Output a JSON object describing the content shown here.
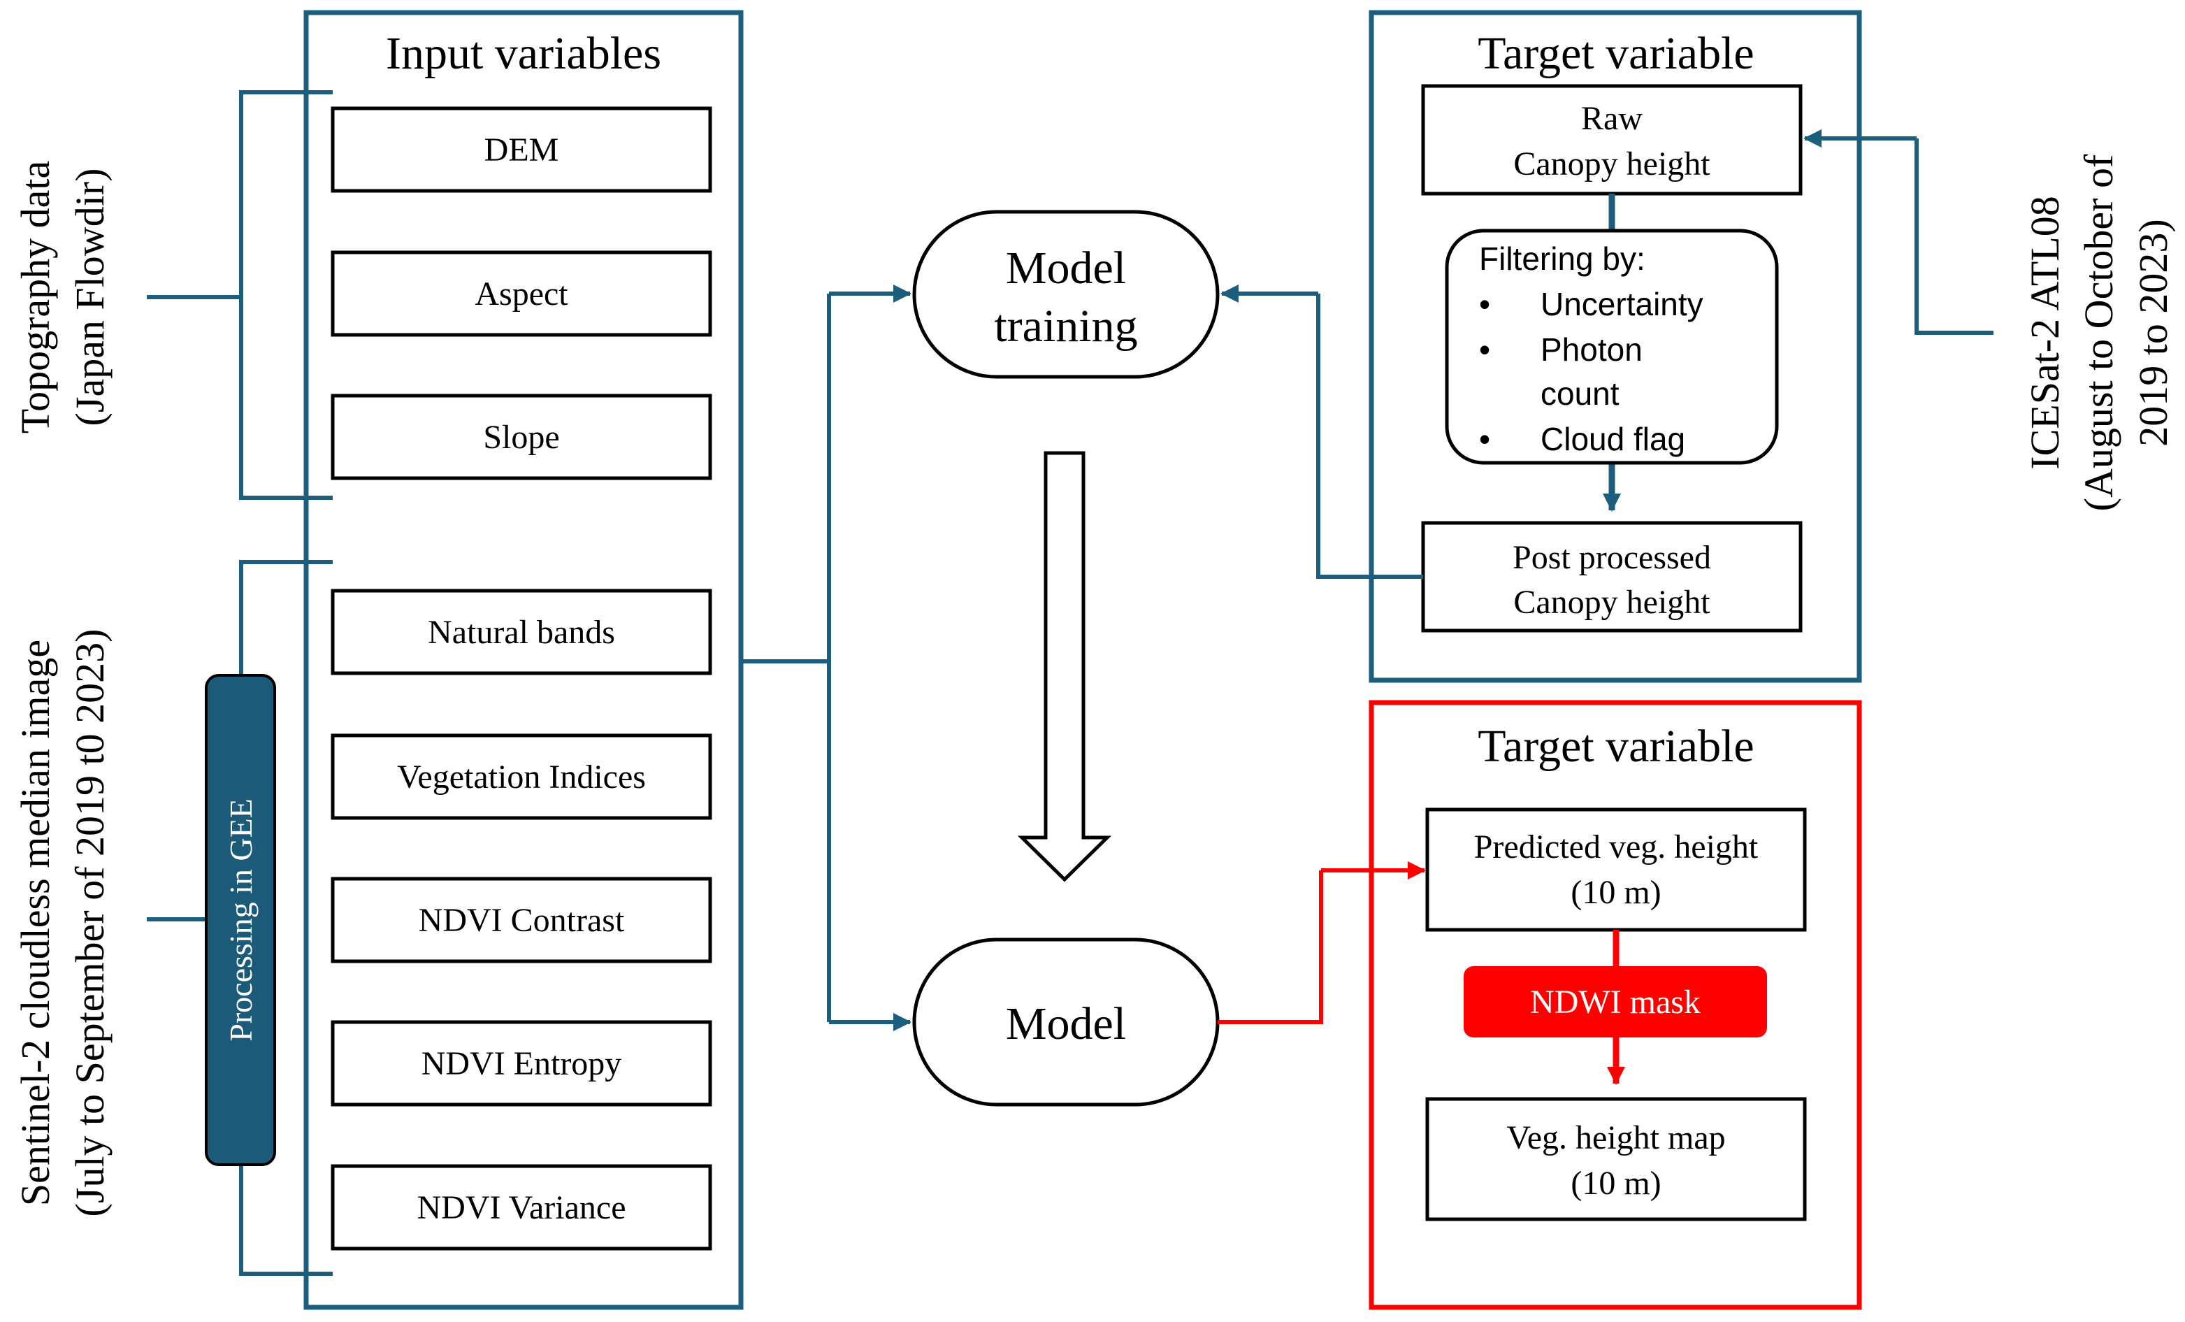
{
  "left_labels": {
    "topography_line1": "Topography data",
    "topography_line2": "(Japan Flowdir)",
    "sentinel_line1": "Sentinel-2 cloudless median image",
    "sentinel_line2": "(July to September of 2019 t0 2023)",
    "gee_processing": "Processing in GEE"
  },
  "input_panel": {
    "title": "Input variables",
    "topography_items": [
      "DEM",
      "Aspect",
      "Slope"
    ],
    "sentinel_items": [
      "Natural bands",
      "Vegetation Indices",
      "NDVI Contrast",
      "NDVI Entropy",
      "NDVI Variance"
    ]
  },
  "center": {
    "model_training_line1": "Model",
    "model_training_line2": "training",
    "model": "Model"
  },
  "target_top": {
    "title": "Target variable",
    "raw_line1": "Raw",
    "raw_line2": "Canopy height",
    "filter_title": "Filtering by:",
    "filter_items": [
      "Uncertainty",
      "Photon",
      "count",
      "Cloud flag"
    ],
    "post_line1": "Post processed",
    "post_line2": "Canopy height"
  },
  "target_bottom": {
    "title": "Target variable",
    "predicted_line1": "Predicted veg. height",
    "predicted_line2": "(10 m)",
    "mask": "NDWI mask",
    "map_line1": "Veg. height map",
    "map_line2": "(10 m)"
  },
  "right_label": {
    "line1": "ICESat-2 ATL08",
    "line2": "(August to October of",
    "line3": "2019 to 2023)"
  },
  "colors": {
    "blue": "#1B5E7E",
    "red": "#FF0000",
    "gee_fill": "#1B5A78",
    "black": "#000000"
  }
}
